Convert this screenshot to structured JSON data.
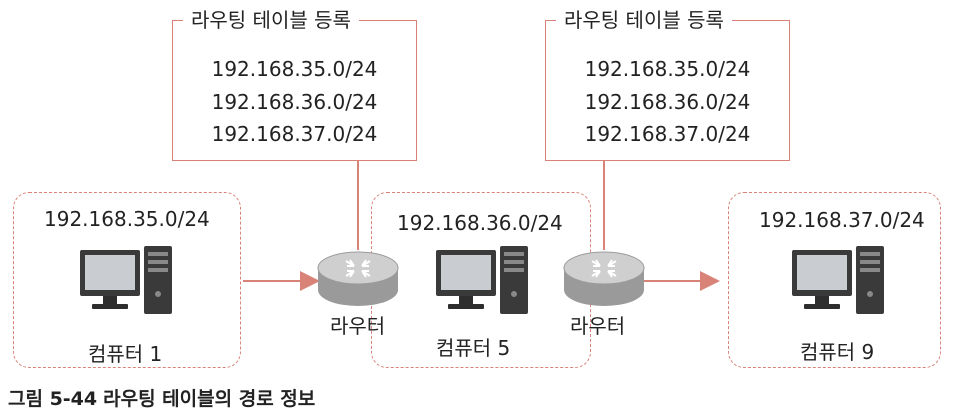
{
  "routing_tables": [
    {
      "title": "라우팅 테이블 등록",
      "entries": [
        "192.168.35.0/24",
        "192.168.36.0/24",
        "192.168.37.0/24"
      ]
    },
    {
      "title": "라우팅 테이블 등록",
      "entries": [
        "192.168.35.0/24",
        "192.168.36.0/24",
        "192.168.37.0/24"
      ]
    }
  ],
  "networks": [
    {
      "address": "192.168.35.0/24",
      "computer": "컴퓨터 1"
    },
    {
      "address": "192.168.36.0/24",
      "computer": "컴퓨터 5"
    },
    {
      "address": "192.168.37.0/24",
      "computer": "컴퓨터 9"
    }
  ],
  "routers": [
    {
      "label": "라우터"
    },
    {
      "label": "라우터"
    }
  ],
  "colors": {
    "line": "#d98378",
    "router_body": "#b8b8b8",
    "computer_body": "#3a3a3a"
  },
  "caption": {
    "number": "그림 5-44",
    "text": "라우팅 테이블의 경로 정보"
  }
}
